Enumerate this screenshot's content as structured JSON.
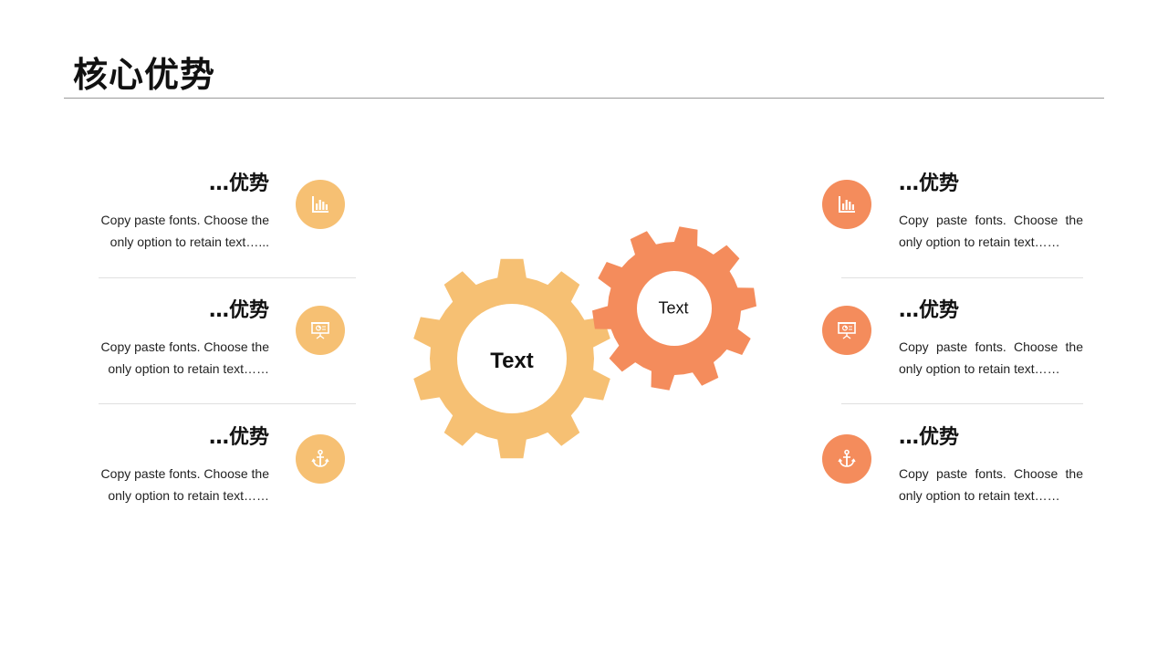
{
  "title": "核心优势",
  "colors": {
    "yellow": "#F6C073",
    "orange": "#F48C5C",
    "rule": "#9A9A9A",
    "divider": "#E0E0E0"
  },
  "gears": {
    "large_label": "Text",
    "small_label": "Text"
  },
  "left_items": [
    {
      "heading": "…优势",
      "text": "Copy paste fonts. Choose the only option to retain text…...",
      "icon": "bar-chart-icon"
    },
    {
      "heading": "…优势",
      "text": "Copy paste fonts. Choose the only option to retain text……",
      "icon": "presentation-board-icon"
    },
    {
      "heading": "…优势",
      "text": "Copy paste fonts. Choose the only option to retain text……",
      "icon": "anchor-icon"
    }
  ],
  "right_items": [
    {
      "heading": "…优势",
      "text": "Copy paste fonts. Choose the only option to retain text……",
      "icon": "bar-chart-icon"
    },
    {
      "heading": "…优势",
      "text": "Copy paste fonts. Choose the only option to retain text……",
      "icon": "presentation-board-icon"
    },
    {
      "heading": "…优势",
      "text": "Copy paste fonts. Choose the only option to retain text……",
      "icon": "anchor-icon"
    }
  ]
}
